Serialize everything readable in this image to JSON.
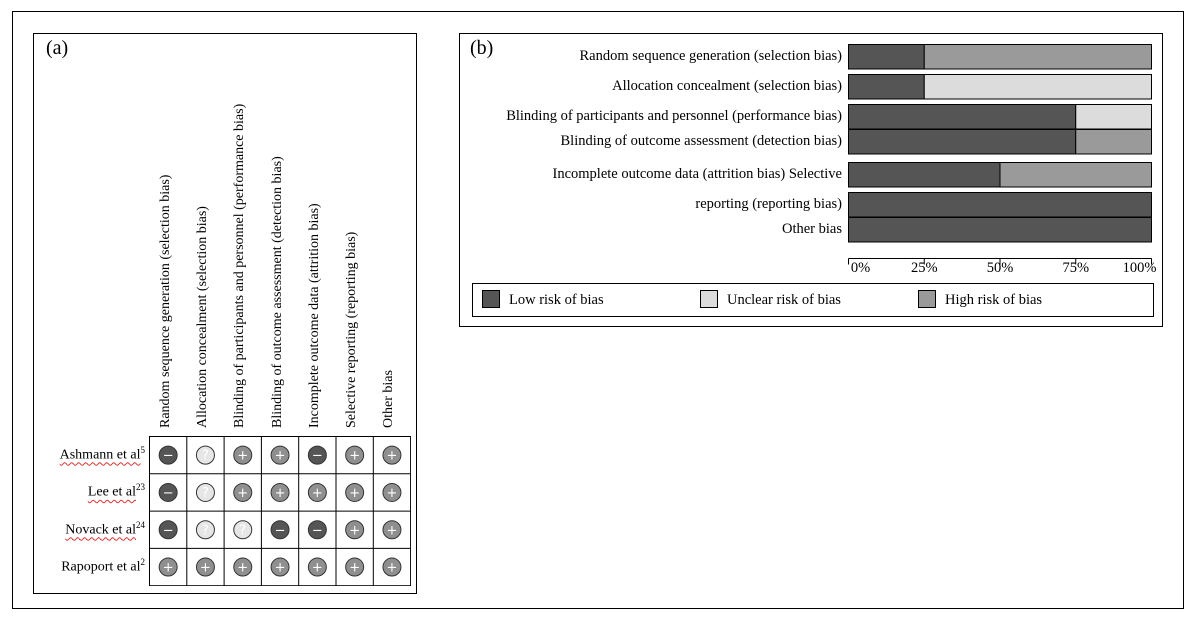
{
  "panel_a": {
    "label": "(a)",
    "columns": [
      "Random sequence generation (selection bias)",
      "Allocation concealment (selection bias)",
      "Blinding of participants and personnel (performance bias)",
      "Blinding of outcome assessment (detection bias)",
      "Incomplete outcome data (attrition bias)",
      "Selective reporting (reporting bias)",
      "Other bias"
    ],
    "rows": [
      {
        "name": "Ashmann et al",
        "sup": "5",
        "judgements": [
          "low",
          "unclear",
          "high",
          "high",
          "low",
          "high",
          "high"
        ]
      },
      {
        "name": "Lee et al",
        "sup": "23",
        "judgements": [
          "low",
          "unclear",
          "high",
          "high",
          "high",
          "high",
          "high"
        ]
      },
      {
        "name": "Novack et al",
        "sup": "24",
        "judgements": [
          "low",
          "unclear",
          "unclear",
          "low",
          "low",
          "high",
          "high"
        ]
      },
      {
        "name": "Rapoport et al",
        "sup": "2",
        "judgements": [
          "high",
          "high",
          "high",
          "high",
          "high",
          "high",
          "high"
        ]
      }
    ],
    "symbols": {
      "low": "−",
      "unclear": "?",
      "high": "+"
    }
  },
  "chart_data": {
    "type": "bar",
    "orientation": "horizontal",
    "stacked": true,
    "label": "(b)",
    "categories": [
      "Random sequence generation (selection bias)",
      "Allocation concealment (selection bias)",
      "Blinding of participants and personnel (performance bias)",
      "Blinding of outcome assessment (detection bias)",
      "Incomplete outcome data (attrition bias) Selective",
      "reporting (reporting bias)",
      "Other bias"
    ],
    "series": [
      {
        "name": "Low risk of bias",
        "values": [
          25,
          25,
          75,
          75,
          50,
          100,
          100
        ]
      },
      {
        "name": "Unclear risk of bias",
        "values": [
          0,
          75,
          25,
          0,
          0,
          0,
          0
        ]
      },
      {
        "name": "High risk of bias",
        "values": [
          75,
          0,
          0,
          25,
          50,
          0,
          0
        ]
      }
    ],
    "xlim": [
      0,
      100
    ],
    "xticks": [
      "0%",
      "25%",
      "50%",
      "75%",
      "100%"
    ],
    "legend": "bottom",
    "colors": {
      "low": "#555555",
      "unclear": "#dcdcdc",
      "high": "#9a9a9a"
    }
  }
}
